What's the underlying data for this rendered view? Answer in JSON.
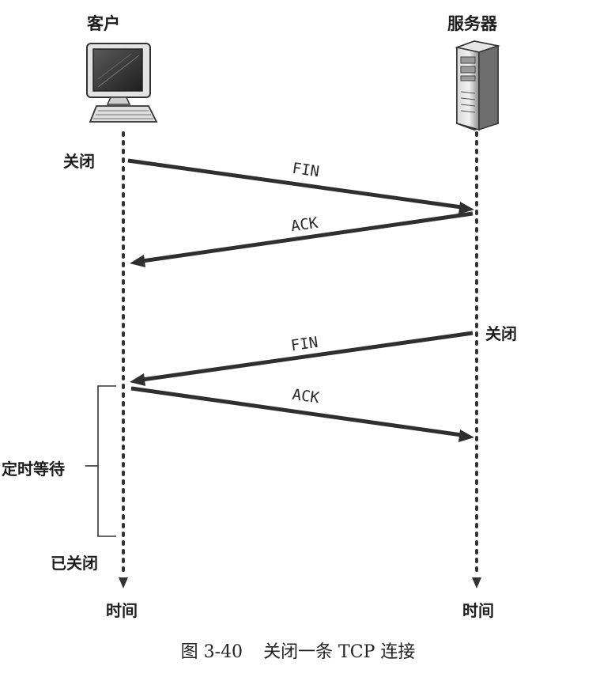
{
  "participants": {
    "client": "客户",
    "server": "服务器"
  },
  "events": {
    "client_close": "关闭",
    "server_close": "关闭",
    "timed_wait": "定时等待",
    "closed": "已关闭"
  },
  "time_labels": {
    "client": "时间",
    "server": "时间"
  },
  "messages": [
    {
      "label": "FIN",
      "from": "client",
      "to": "server"
    },
    {
      "label": "ACK",
      "from": "server",
      "to": "client"
    },
    {
      "label": "FIN",
      "from": "server",
      "to": "client"
    },
    {
      "label": "ACK",
      "from": "client",
      "to": "server"
    }
  ],
  "caption": {
    "number": "图 3-40",
    "text": "关闭一条 TCP 连接"
  },
  "colors": {
    "arrow": "#2f2f2f",
    "lifeline": "#333333",
    "text": "#1c1c1c"
  },
  "icons": {
    "client": "desktop-computer-icon",
    "server": "server-tower-icon"
  }
}
